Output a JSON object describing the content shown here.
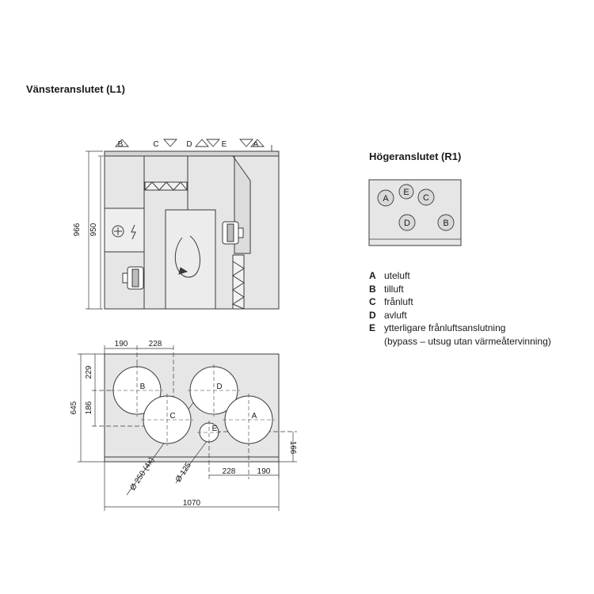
{
  "left_title": "Vänsteranslutet (L1)",
  "right_title": "Högeranslutet (R1)",
  "top_view": {
    "connection_markers": [
      "B",
      "C",
      "D",
      "E",
      "A"
    ],
    "height_outer": "966",
    "height_inner": "950",
    "symbols": [
      "fan-icon",
      "electric-icon"
    ]
  },
  "front_view": {
    "width": "1070",
    "height": "645",
    "dim_top": [
      "190",
      "228"
    ],
    "dim_left": [
      "229",
      "186"
    ],
    "dim_bottom": [
      "228",
      "190"
    ],
    "dim_right": "166",
    "diam_large": "Ø 250 (4x)",
    "diam_small": "Ø 125",
    "circles": [
      "B",
      "D",
      "C",
      "A",
      "E"
    ]
  },
  "right_panel": {
    "circles": [
      "A",
      "E",
      "C",
      "D",
      "B"
    ]
  },
  "legend": [
    {
      "key": "A",
      "text": "uteluft"
    },
    {
      "key": "B",
      "text": "tilluft"
    },
    {
      "key": "C",
      "text": "frånluft"
    },
    {
      "key": "D",
      "text": "avluft"
    },
    {
      "key": "E",
      "text": "ytterligare frånluftsanslutning"
    },
    {
      "key": "",
      "text": "(bypass – utsug utan värmeåtervinning)"
    }
  ],
  "colors": {
    "fill": "#e6e6e6",
    "stroke": "#3a3a3a",
    "line": "#555555"
  }
}
